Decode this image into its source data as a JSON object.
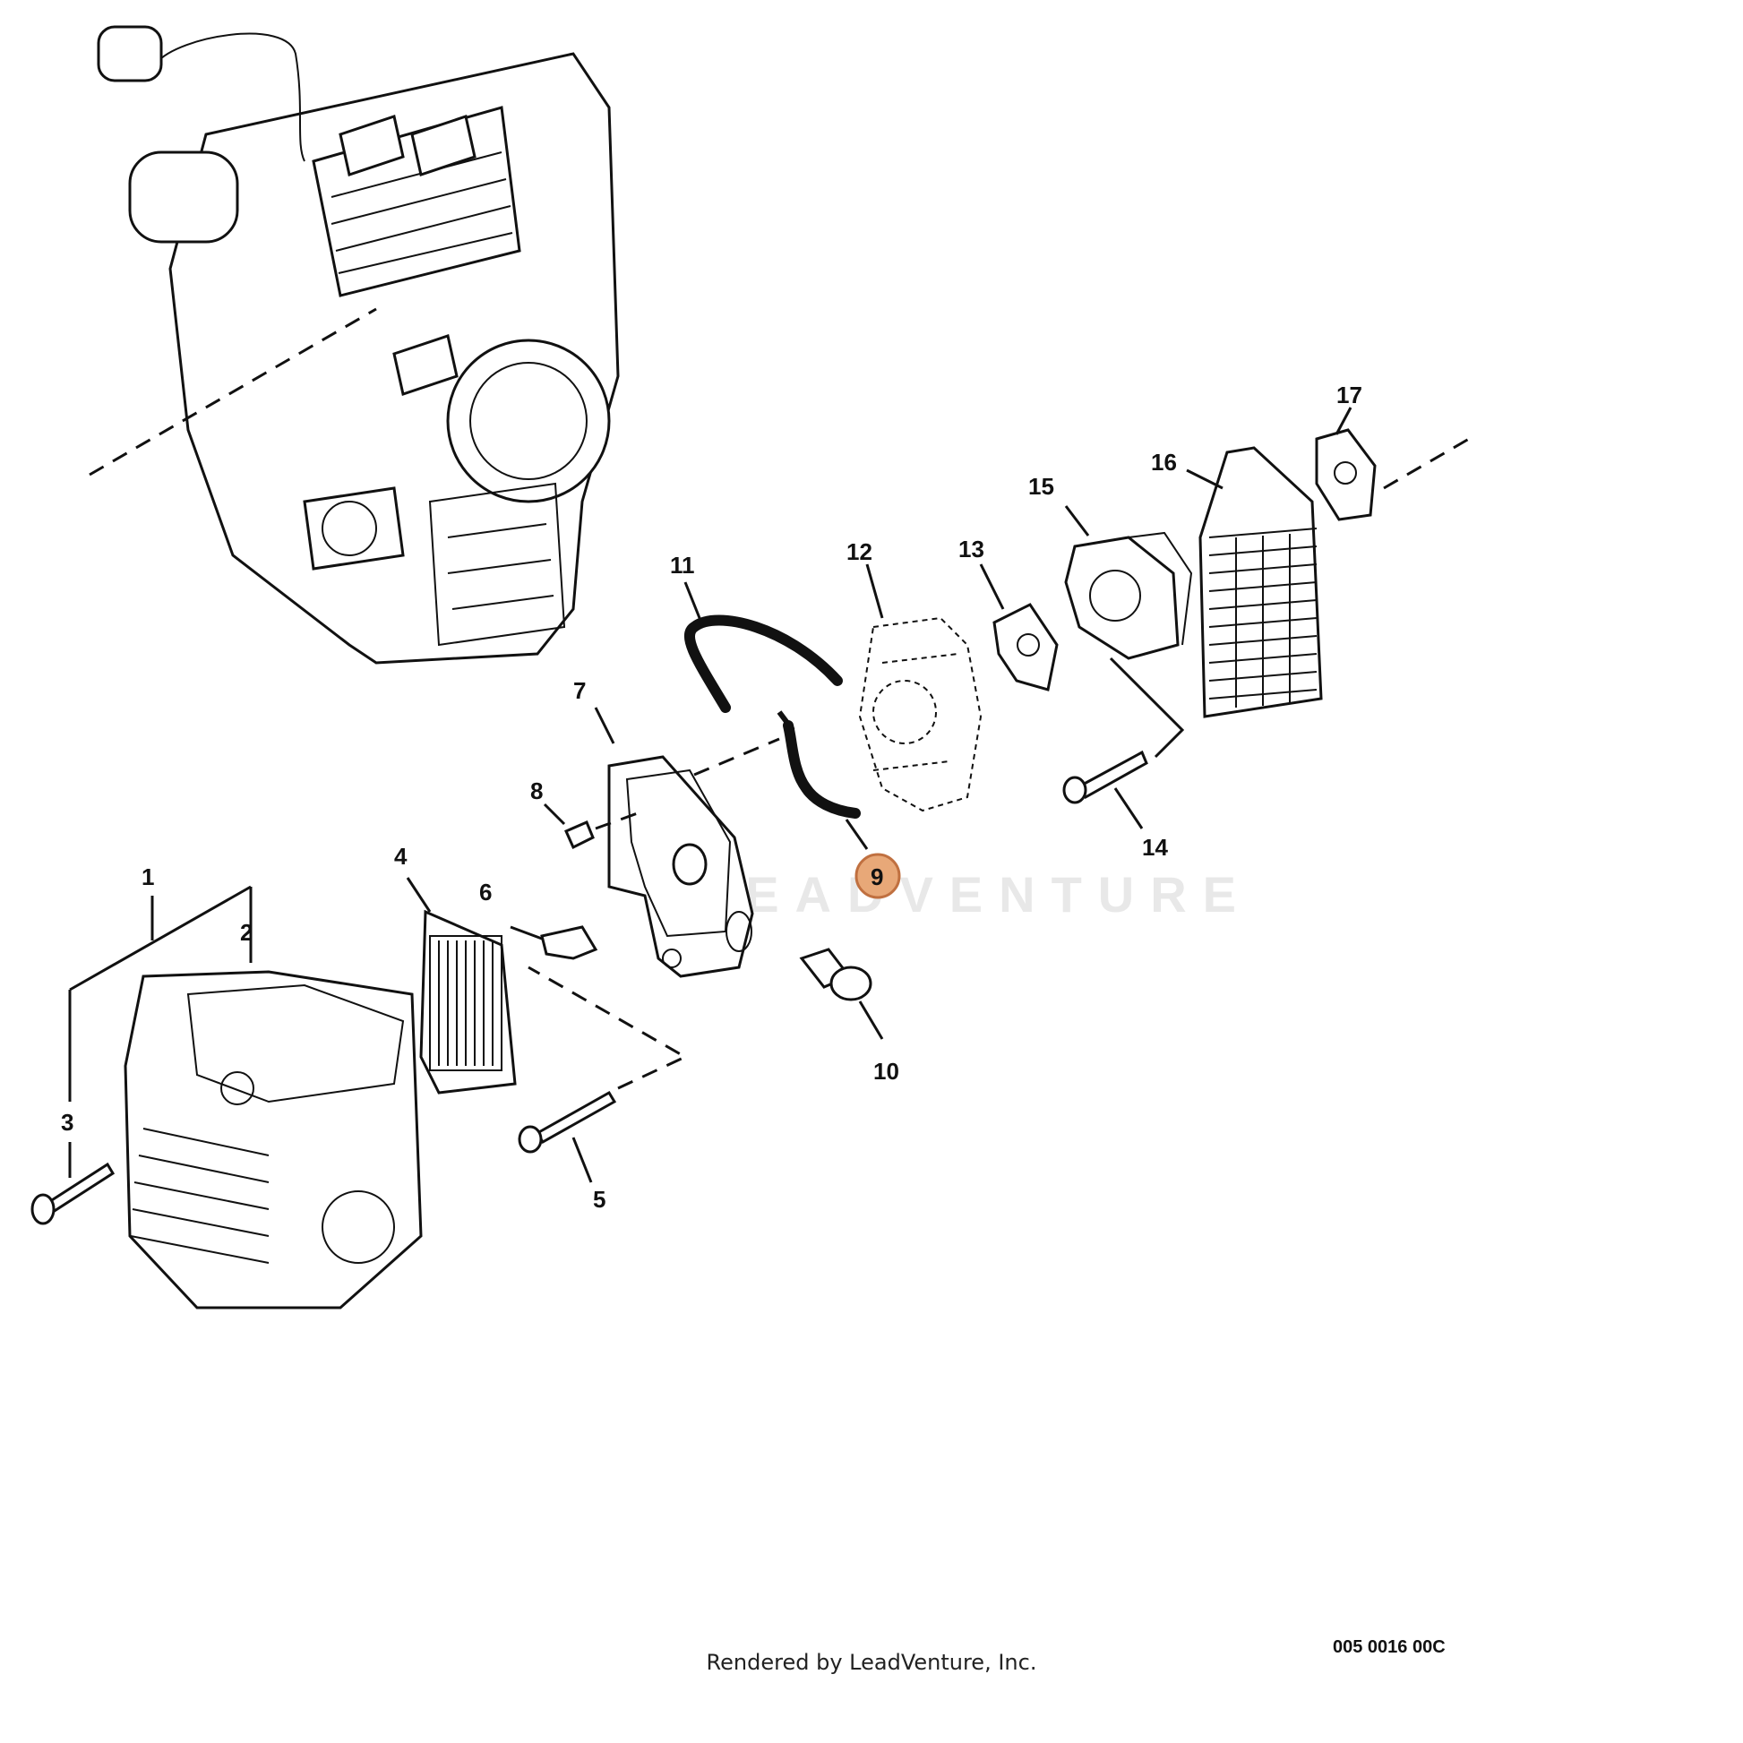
{
  "callouts": {
    "c1": "1",
    "c2": "2",
    "c3": "3",
    "c4": "4",
    "c5": "5",
    "c6": "6",
    "c7": "7",
    "c8": "8",
    "c9": "9",
    "c10": "10",
    "c11": "11",
    "c12": "12",
    "c13": "13",
    "c14": "14",
    "c15": "15",
    "c16": "16",
    "c17": "17"
  },
  "highlight": {
    "callout": "9",
    "color": "#e8a878",
    "border": "#c07040"
  },
  "watermark": "LEADVENTURE",
  "footer": {
    "rendered_by": "Rendered by LeadVenture, Inc.",
    "figure_code": "005 0016 00C"
  }
}
